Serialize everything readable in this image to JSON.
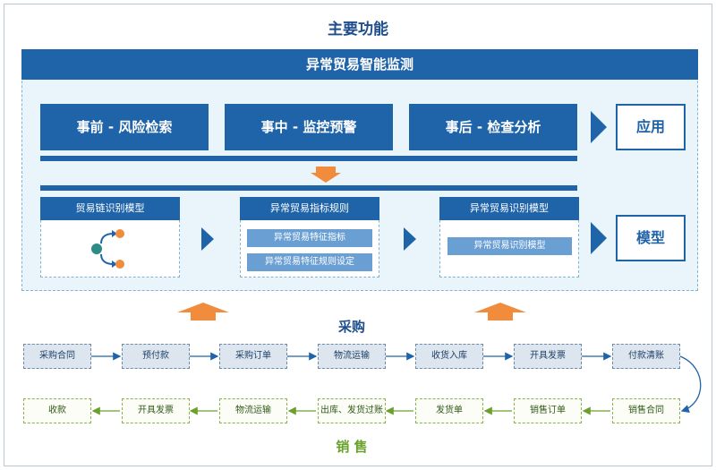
{
  "title": "主要功能",
  "banner": "异常贸易智能监测",
  "phases": [
    "事前 - 风险检索",
    "事中 - 监控预警",
    "事后 - 检查分析"
  ],
  "side_labels": {
    "application": "应用",
    "model": "模型"
  },
  "models": [
    {
      "title": "贸易链识别模型",
      "items": []
    },
    {
      "title": "异常贸易指标规则",
      "items": [
        "异常贸易特征指标",
        "异常贸易特征规则设定"
      ]
    },
    {
      "title": "异常贸易识别模型",
      "items": [
        "异常贸易识别模型"
      ]
    }
  ],
  "procurement": {
    "label": "采购",
    "steps": [
      "采购合同",
      "预付款",
      "采购订单",
      "物流运输",
      "收货入库",
      "开具发票",
      "付款清账"
    ]
  },
  "sales": {
    "label": "销 售",
    "steps": [
      "收款",
      "开具发票",
      "物流运输",
      "出库、发货过账",
      "发货单",
      "销售订单",
      "销售合同"
    ]
  },
  "colors": {
    "primary": "#1f63a8",
    "accent_arrow": "#f08c3c",
    "sales_green": "#6aa02c",
    "panel_bg": "#eaf4fb"
  }
}
